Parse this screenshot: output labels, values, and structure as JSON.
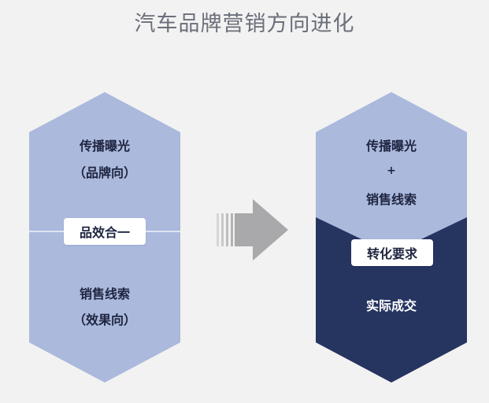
{
  "title": "汽车品牌营销方向进化",
  "left": {
    "top_line1": "传播曝光",
    "top_line2": "（品牌向）",
    "badge": "品效合一",
    "bottom_line1": "销售线索",
    "bottom_line2": "（效果向）"
  },
  "right": {
    "top_line1": "传播曝光",
    "plus": "+",
    "top_line2": "销售线索",
    "badge": "转化要求",
    "bottom_line1": "实际成交"
  },
  "colors": {
    "light_blue": "#aab9dc",
    "navy": "#263460",
    "arrow_gray": "#a9a9ab",
    "background": "#f2f2f2"
  },
  "icons": {
    "arrow": "right-arrow-icon"
  }
}
